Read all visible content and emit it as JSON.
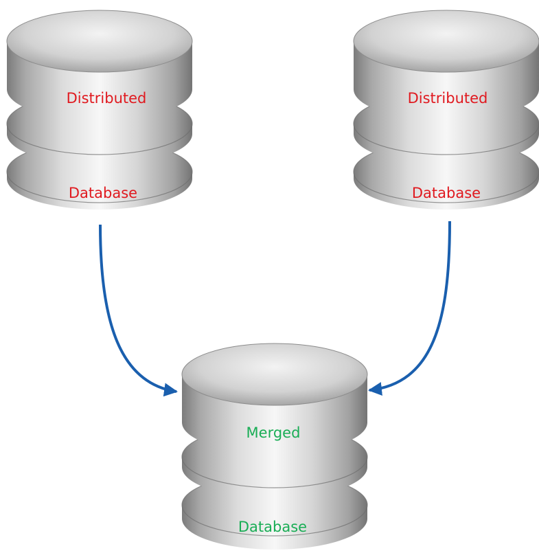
{
  "diagram": {
    "databases": [
      {
        "id": "db-left",
        "line1": "Distributed",
        "line2": "Database",
        "label_color": "#e0191f"
      },
      {
        "id": "db-right",
        "line1": "Distributed",
        "line2": "Database",
        "label_color": "#e0191f"
      },
      {
        "id": "db-merged",
        "line1": "Merged",
        "line2": "Database",
        "label_color": "#19ad55"
      }
    ],
    "arrow_color": "#1a5fae"
  }
}
